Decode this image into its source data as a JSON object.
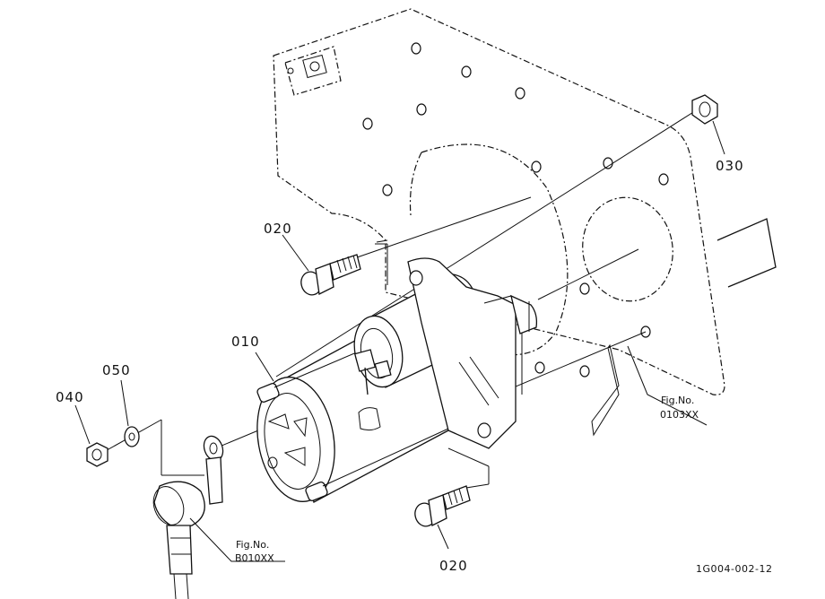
{
  "callouts": {
    "c010": "010",
    "c020_top": "020",
    "c020_bottom": "020",
    "c030": "030",
    "c040": "040",
    "c050": "050"
  },
  "figure_refs": {
    "ref_0103_label": "Fig.No.",
    "ref_0103_number": "0103XX",
    "ref_b010_label": "Fig.No.",
    "ref_b010_number": "B010XX"
  },
  "drawing_number": "1G004-002-12"
}
